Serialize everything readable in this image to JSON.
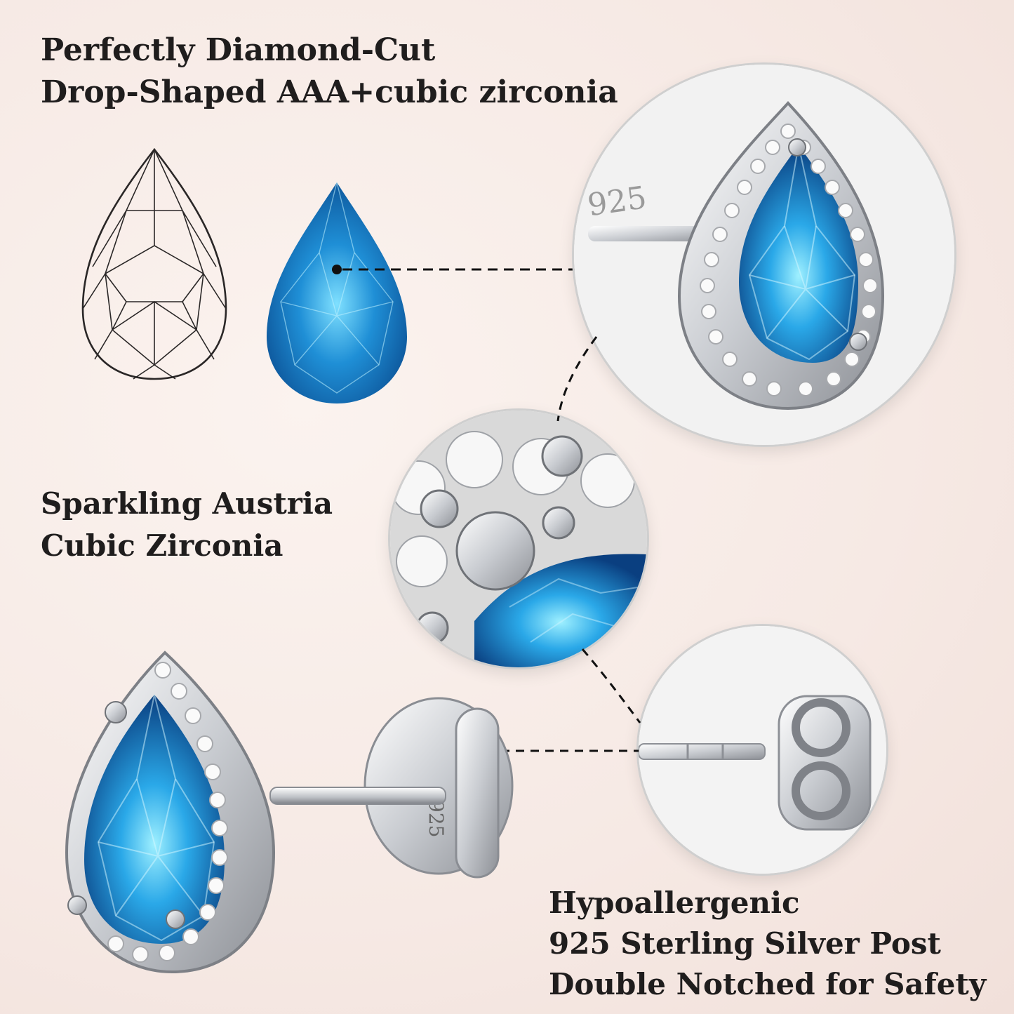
{
  "headlines": {
    "cut": {
      "line1": "Perfectly Diamond-Cut",
      "line2": "Drop-Shaped AAA+cubic zirconia"
    },
    "sparkle": {
      "line1": "Sparkling Austria",
      "line2": "Cubic Zirconia"
    },
    "silver": {
      "line1": "Hypoallergenic",
      "line2": "925 Sterling Silver Post",
      "line3": "Double Notched for Safety"
    }
  },
  "stamp": {
    "text": "925"
  },
  "colors": {
    "background": "#f6e9e4",
    "gem_blue": "#1f8fd6",
    "gem_deep": "#0b4f93",
    "silver": "#d9dbde",
    "text": "#1f1d1d"
  },
  "icons": [
    "pear-cut-facet-diagram",
    "blue-gem",
    "stud-closeup-circle",
    "halo-closeup-circle",
    "butterfly-back-circle",
    "earring-side-view"
  ]
}
